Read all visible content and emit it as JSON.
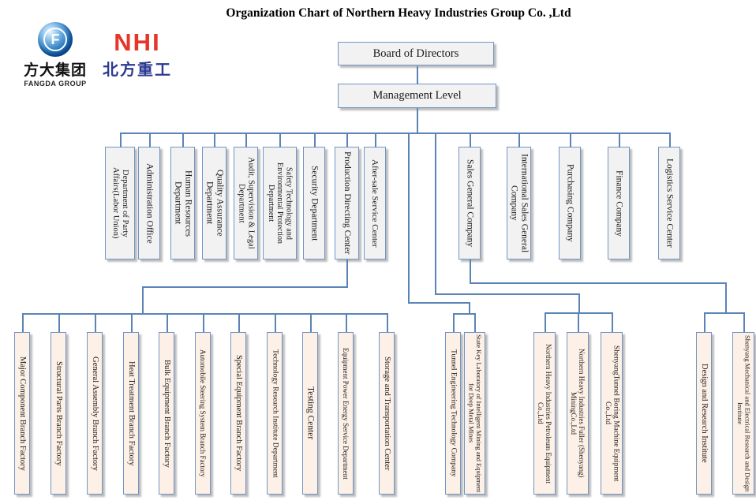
{
  "title": "Organization Chart of Northern Heavy Industries  Group Co. ,Ltd",
  "logos": {
    "fangda": {
      "monogram": "F",
      "cn": "方大集团",
      "en": "FANGDA GROUP",
      "blue": "#1467b3"
    },
    "nhi": {
      "abbr": "NHI",
      "cn": "北方重工",
      "red": "#e6352b",
      "blue": "#2b3990"
    }
  },
  "hierarchy": {
    "board": "Board of Directors",
    "management": "Management Level"
  },
  "departments": [
    "Department of Party Affairs(Labor Union)",
    "Administration Office",
    "Human Resources Department",
    "Quality Assurance Department",
    "Audit, Supervision & Legal Department",
    "Safety Technology and Environmental Protection Department",
    "Security Department",
    "Production Directing Center",
    "After-sale Service Center",
    "Sales General Company",
    "International Sales General Company",
    "Purchasing Company",
    "Finance Company",
    "Logistics Service Center"
  ],
  "subunits": [
    "Major Component Branch Factory",
    "Structural Parts Branch Factory",
    "General Assembly Branch Factory",
    "Heat Treatment Branch Factory",
    "Bulk Equipment Branch Factory",
    "Automobile Steering System Branch Factory",
    "Special Equipment Branch Factory",
    "Technology Research Institute Department",
    "Testing Center",
    "Equipment Power Energy Service Department",
    "Storage and Transportation Center",
    "Tunnel Engineering Technology Company",
    "State Key Laboratory of Intelligent Mining and Equipment for Deep Metal Mines",
    "Northern Heavy Industries Petroleum Equipment Co.,Ltd",
    "Northern Heavy Industries Fuller (Shenyang) MiningCo.,Ltd",
    "ShenyangTunnel Boring Machine Equipment Co.,Ltd",
    "Design and Research Institute",
    "Shenyang Mechanical and Electrical Research and Design Institute"
  ],
  "colors": {
    "box_border": "#7295c4",
    "dept_fill": "#f2f2f3",
    "subunit_fill": "#fdf0e6",
    "connector": "#5b84b6",
    "shadow": "#bdbdbd"
  }
}
